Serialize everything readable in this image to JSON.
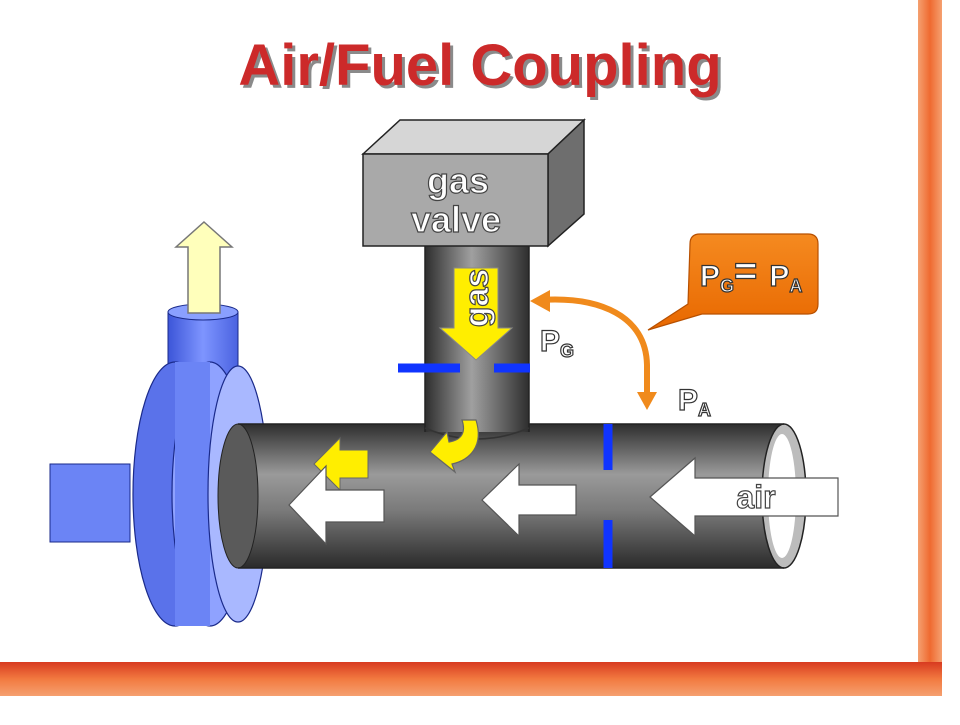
{
  "slide": {
    "title": "Air/Fuel Coupling"
  },
  "diagram": {
    "valve_label_line1": "gas",
    "valve_label_line2": "valve",
    "gas_arrow_label": "gas",
    "air_arrow_label": "air",
    "pg_label": {
      "main": "P",
      "sub": "G"
    },
    "pa_label": {
      "main": "P",
      "sub": "A"
    },
    "callout": {
      "left_main": "P",
      "left_sub": "G",
      "equals": "=",
      "right_main": "P",
      "right_sub": "A"
    }
  },
  "colors": {
    "title": "#cc2a2a",
    "frame_orange": "#f07a40",
    "pipe_gray": "#707070",
    "blower_blue": "#6b84f5",
    "gas_yellow": "#ffee00",
    "exhaust_arrow": "#ffffbb",
    "pressure_line": "#f08a1c",
    "orifice_blue": "#1034ff",
    "callout_fill": "#f07a10"
  }
}
